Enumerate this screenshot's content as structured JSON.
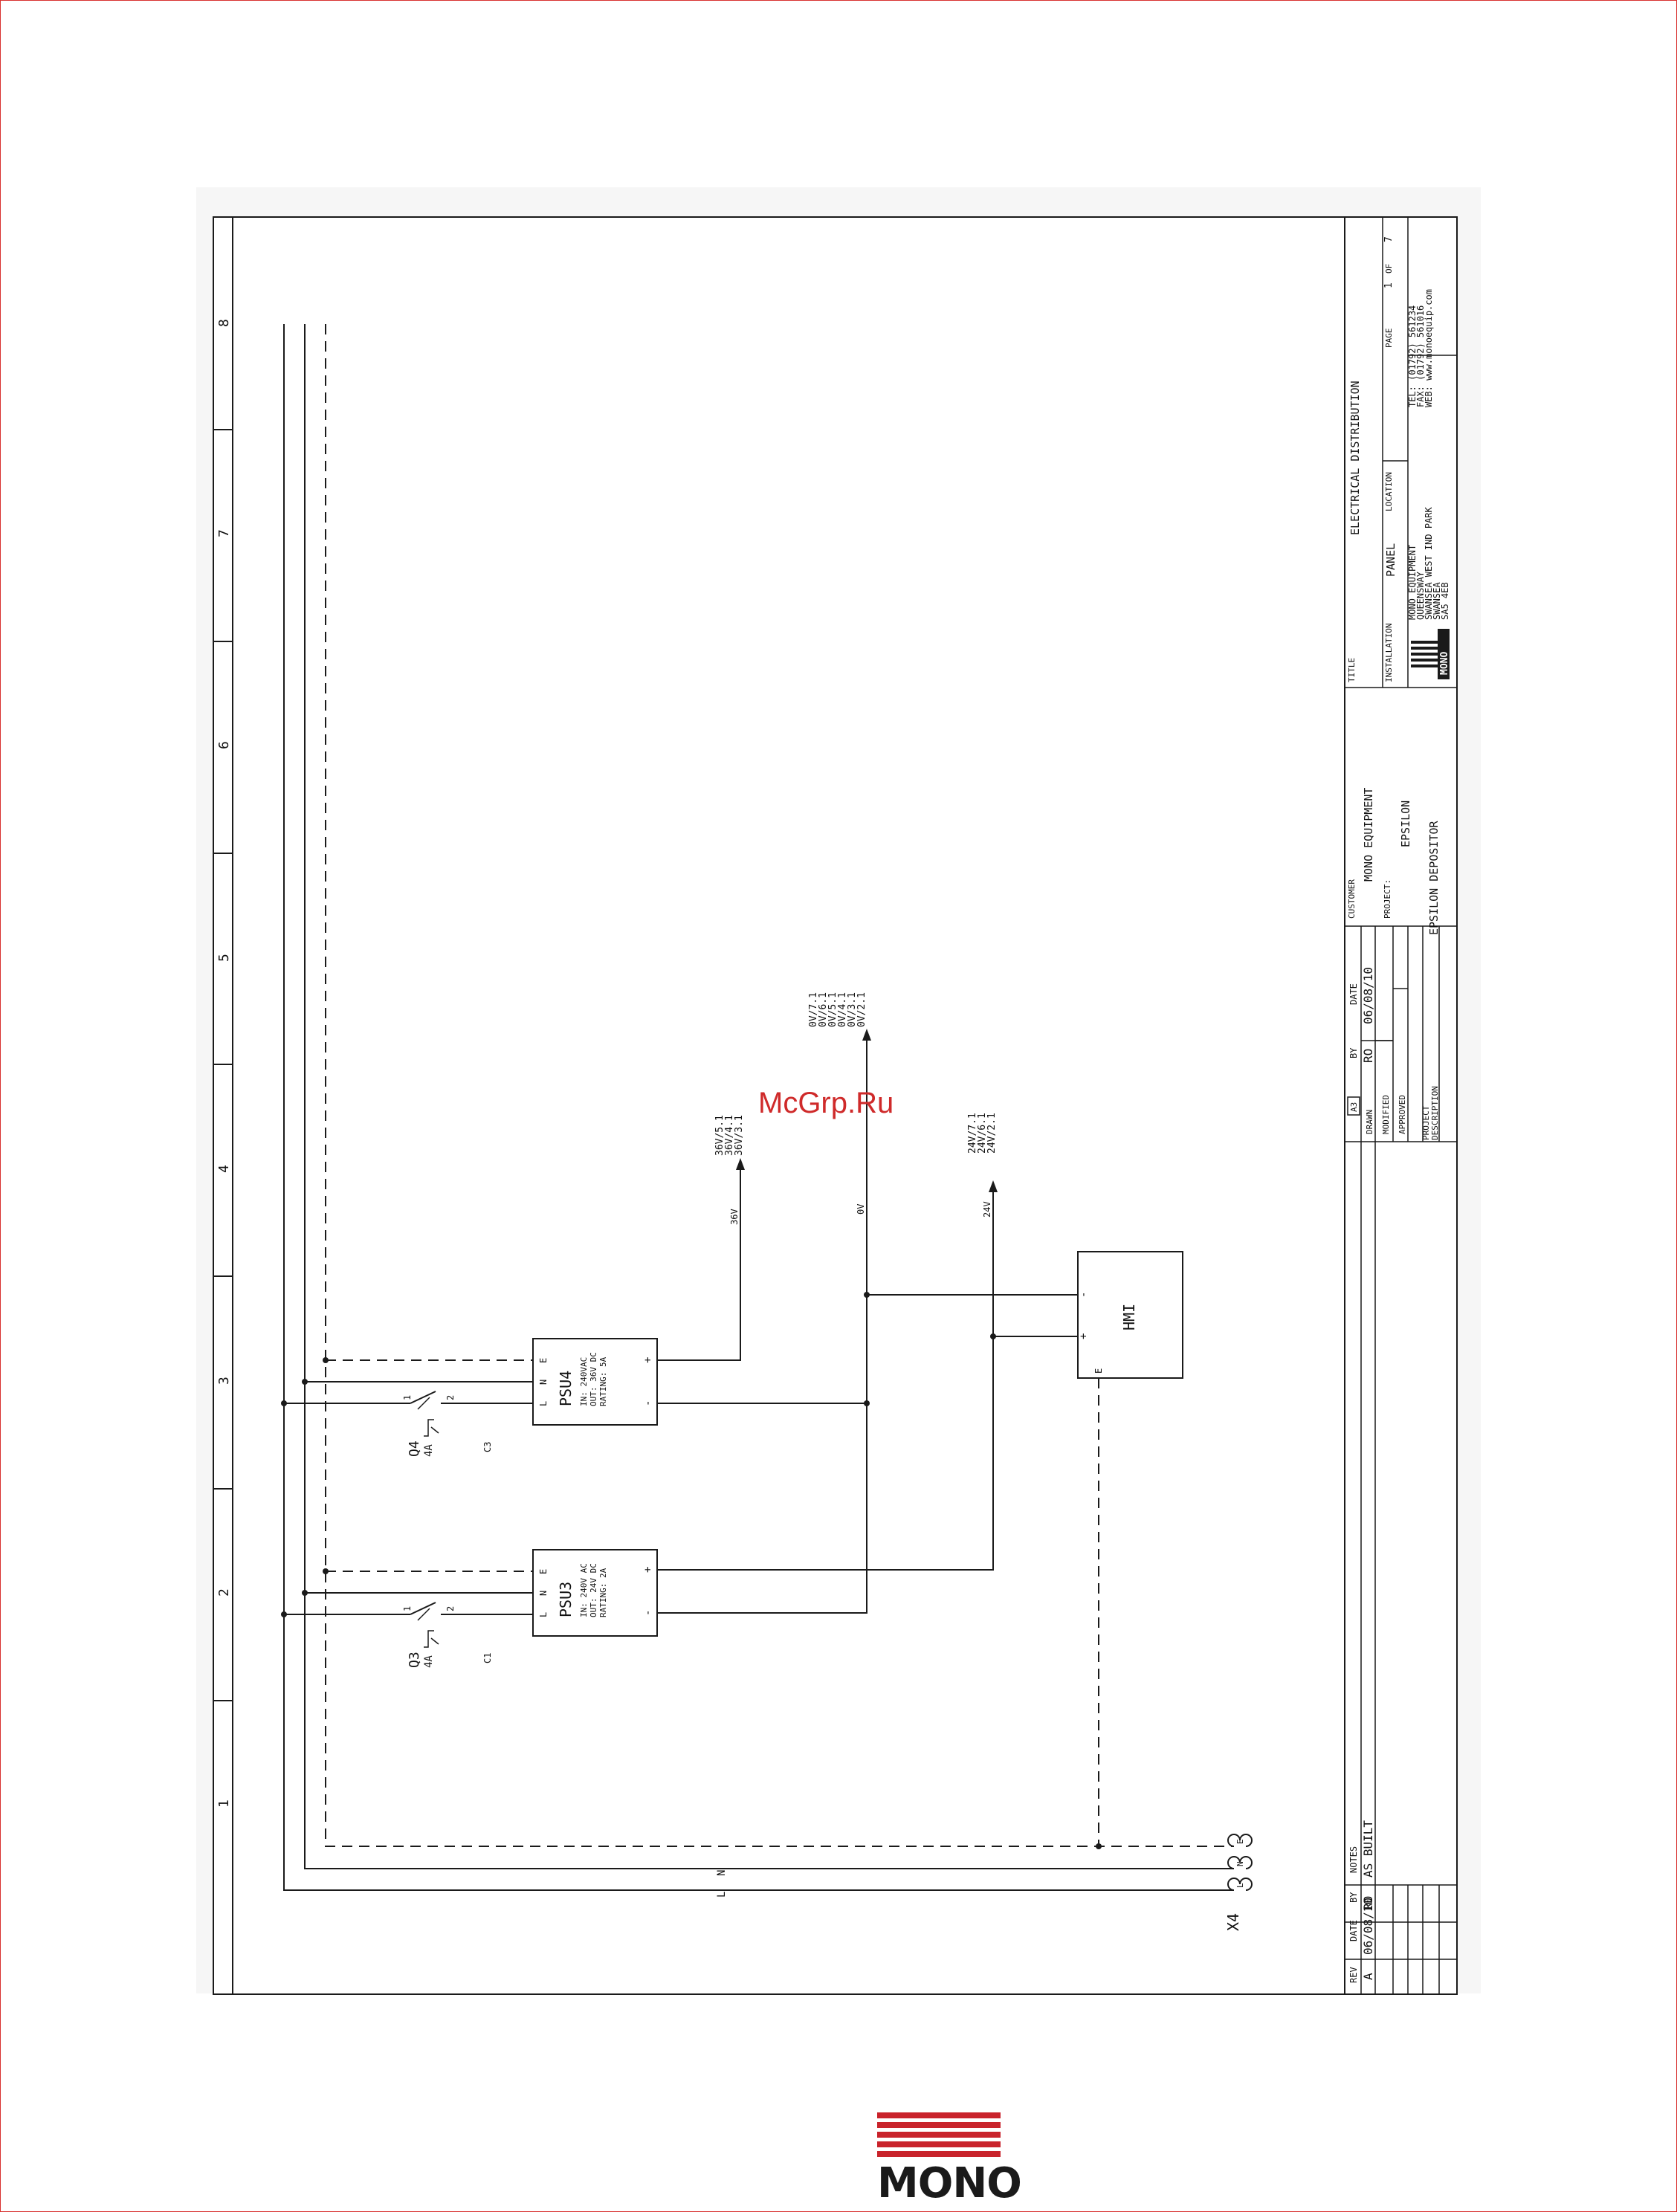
{
  "watermark": "McGrp.Ru",
  "footer_logo": "MONO",
  "ruler": {
    "columns": [
      "1",
      "2",
      "3",
      "4",
      "5",
      "6",
      "7",
      "8"
    ]
  },
  "devices": {
    "psu4": {
      "name": "PSU4",
      "spec": [
        "IN: 240VAC",
        "OUT: 36V DC",
        "RATING: 5A"
      ]
    },
    "psu3": {
      "name": "PSU3",
      "spec": [
        "IN: 240V AC",
        "OUT: 24V DC",
        "RATING: 2A"
      ]
    },
    "hmi": {
      "name": "HMI"
    },
    "q4": {
      "name": "Q4",
      "rating": "4A",
      "ref": "C3"
    },
    "q3": {
      "name": "Q3",
      "rating": "4A",
      "ref": "C1"
    },
    "x4": {
      "name": "X4"
    }
  },
  "terminals": {
    "l": "L",
    "n": "N",
    "e": "E",
    "pin1": "1",
    "pin2": "2",
    "plus": "+",
    "minus": "-"
  },
  "wires": {
    "v36": "36V",
    "ov": "0V",
    "v24": "24V",
    "line": "L",
    "neutral": "N"
  },
  "refs": {
    "v36": [
      "36V/5.1",
      "36V/4.1",
      "36V/3.1"
    ],
    "ov": [
      "0V/7.1",
      "0V/6.1",
      "0V/5.1",
      "0V/4.1",
      "0V/3.1",
      "0V/2.1"
    ],
    "v24": [
      "24V/7.1",
      "24V/6.1",
      "24V/2.1"
    ]
  },
  "title_block": {
    "labels": {
      "rev": "REV",
      "date": "DATE",
      "by": "BY",
      "notes": "NOTES",
      "drawn": "DRAWN",
      "modified": "MODIFIED",
      "approved": "APPROVED",
      "project_description": [
        "PROJECT",
        "DESCRIPTION"
      ],
      "customer": "CUSTOMER",
      "project": "PROJECT:",
      "title": "TITLE",
      "installation": "INSTALLATION",
      "location": "LOCATION",
      "page": "PAGE",
      "of": "OF",
      "sheet_size": "A3"
    },
    "revision": {
      "rev": "A",
      "date": "06/08/10",
      "by": "RO",
      "notes": "AS BUILT"
    },
    "drawn": {
      "by": "RO",
      "date": "06/08/10"
    },
    "customer": "MONO EQUIPMENT",
    "project": "EPSILON",
    "description": "EPSILON DEPOSITOR",
    "title": "ELECTRICAL DISTRIBUTION",
    "installation": "PANEL",
    "company_logo": "MONO",
    "address": [
      "MONO EQUIPMENT",
      "QUEENSWAY",
      "SWANSEA WEST IND PARK",
      "SWANSEA",
      "SA5 4EB"
    ],
    "contact": [
      "TEL: (01792) 561234",
      "FAX: (01792) 561016",
      "WEB: www.monoequip.com"
    ],
    "page": "1",
    "page_total": "7"
  }
}
